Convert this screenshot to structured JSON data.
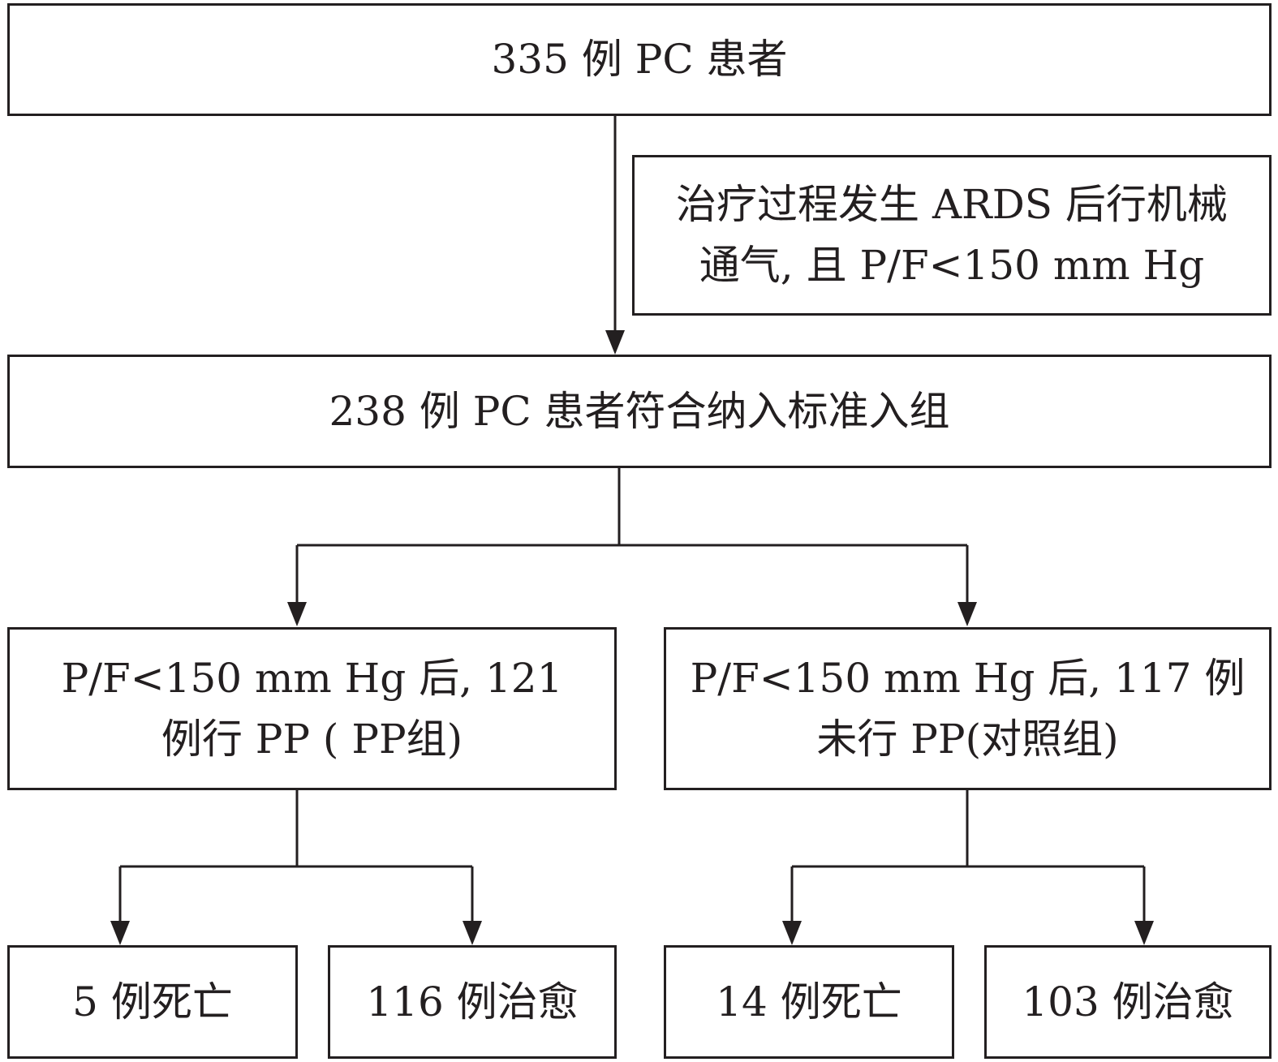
{
  "flowchart": {
    "total_patients": "335 例 PC 患者",
    "exclusion_criteria": "治疗过程发生 ARDS 后行机械\n通气, 且 P/F<150 mm Hg",
    "enrolled": "238 例 PC 患者符合纳入标准入组",
    "pp_group": "P/F<150 mm Hg 后, 121\n例行 PP ( PP组)",
    "control_group": "P/F<150 mm Hg 后, 117 例\n未行 PP(对照组)",
    "pp_deaths": "5 例死亡",
    "pp_cured": "116 例治愈",
    "control_deaths": "14 例死亡",
    "control_cured": "103 例治愈"
  }
}
